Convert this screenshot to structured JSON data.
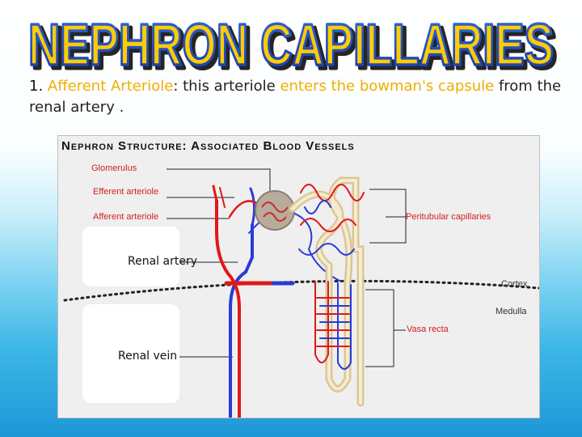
{
  "slide": {
    "title": "NEPHRON CAPILLARIES",
    "subtitle": {
      "number": "1.",
      "term": "Afferent Arteriole",
      "colon": ":",
      "text_before_highlight": " this arteriole ",
      "highlight": "enters the bowman's capsule",
      "text_after": " from the renal artery ."
    }
  },
  "figure": {
    "heading": "Nephron Structure: Associated Blood Vessels",
    "labels": {
      "glomerulus": "Glomerulus",
      "efferent": "Efferent arteriole",
      "afferent": "Afferent arteriole",
      "peritubular": "Peritubular capillaries",
      "cortex": "Cortex",
      "medulla": "Medulla",
      "vasa_recta": "Vasa recta"
    },
    "callouts": {
      "renal_artery": "Renal artery",
      "renal_vein": "Renal vein"
    },
    "colors": {
      "artery": "#e01818",
      "vein": "#2a3bd6",
      "tubule": "#e8d8ae",
      "label_red": "#d32020"
    }
  }
}
